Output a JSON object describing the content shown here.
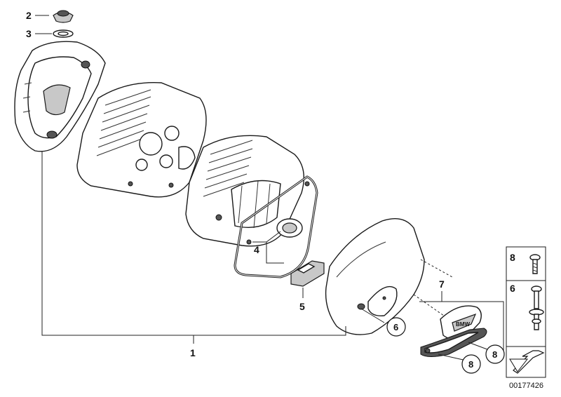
{
  "callouts": {
    "c1": "1",
    "c2": "2",
    "c3": "3",
    "c4": "4",
    "c5": "5",
    "c6": "6",
    "c7": "7",
    "c8a": "8",
    "c8b": "8"
  },
  "legend": {
    "top_item": "8",
    "bottom_item": "6"
  },
  "catalog_number": "00177426",
  "badge_text": "BMW"
}
